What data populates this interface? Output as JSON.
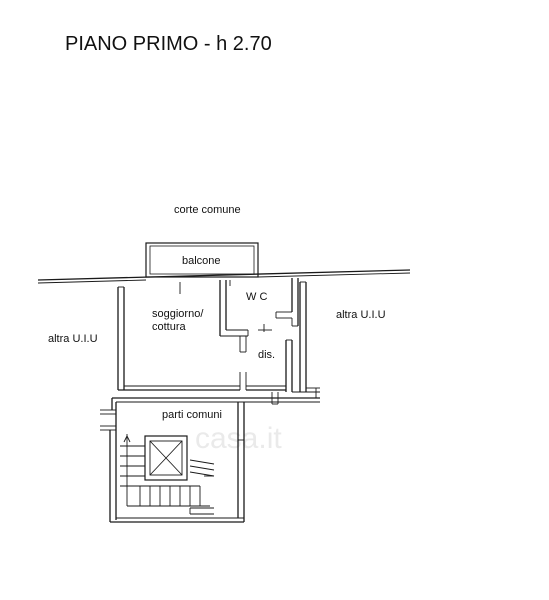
{
  "title": "PIANO PRIMO - h 2.70",
  "labels": {
    "corte_comune": "corte comune",
    "balcone": "balcone",
    "wc": "W C",
    "soggiorno_line1": "soggiorno/",
    "soggiorno_line2": "cottura",
    "altra_left": "altra U.I.U",
    "altra_right": "altra U.I.U",
    "dis": "dis.",
    "parti_comuni": "parti comuni"
  },
  "watermark": "casa.it"
}
